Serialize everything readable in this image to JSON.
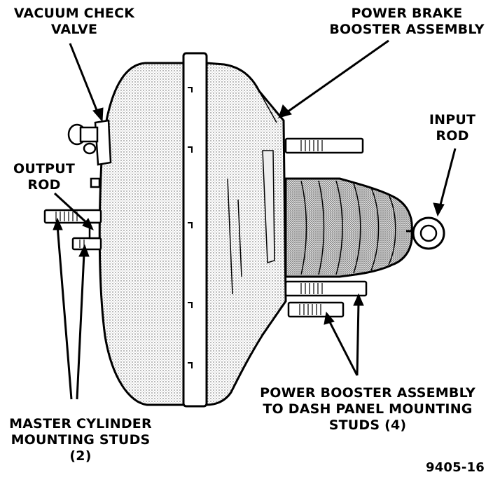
{
  "labels": {
    "vacuum_check_valve": [
      "VACUUM CHECK",
      "VALVE"
    ],
    "power_brake_booster_assembly": [
      "POWER BRAKE",
      "BOOSTER ASSEMBLY"
    ],
    "input_rod": [
      "INPUT",
      "ROD"
    ],
    "output_rod": [
      "OUTPUT",
      "ROD"
    ],
    "master_cylinder_mounting_studs": [
      "MASTER CYLINDER",
      "MOUNTING STUDS",
      "(2)"
    ],
    "dash_panel_mounting_studs": [
      "POWER BOOSTER ASSEMBLY",
      "TO DASH PANEL MOUNTING",
      "STUDS (4)"
    ]
  },
  "figure_number": "9405-16",
  "colors": {
    "ink": "#000000",
    "paper": "#ffffff",
    "shade": "#b8b8b8"
  }
}
